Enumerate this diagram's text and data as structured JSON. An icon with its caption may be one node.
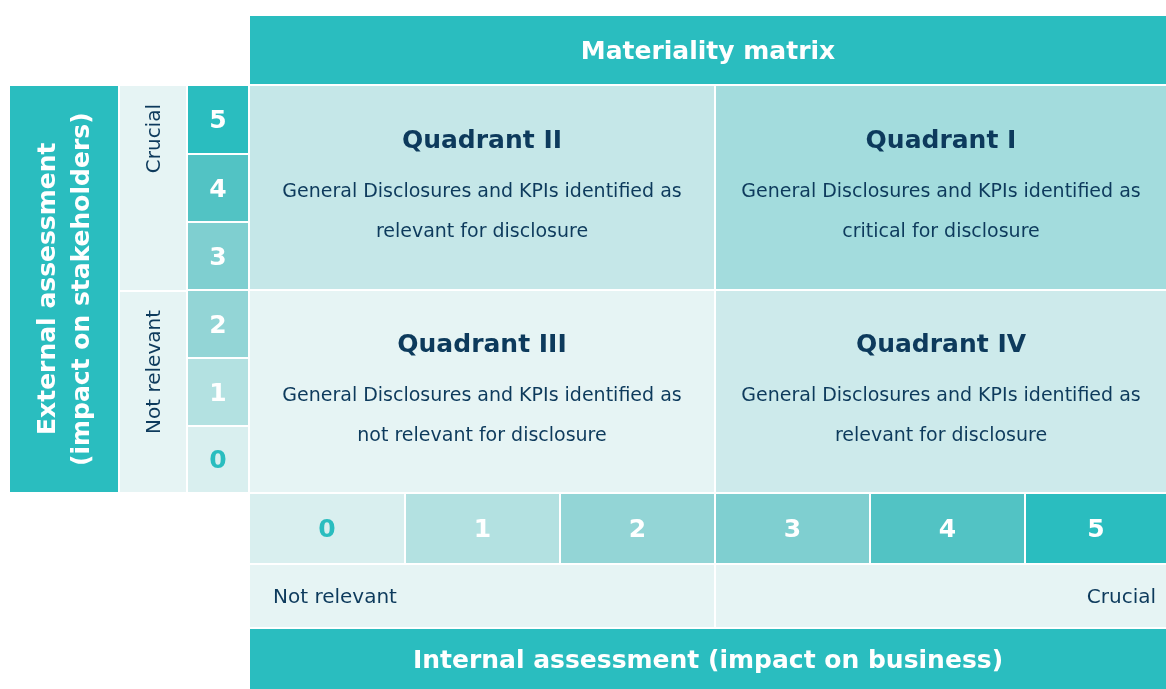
{
  "diagram": {
    "title": "Materiality matrix",
    "nodes": [
      {
        "text": [
          "Quadrant II",
          "General Disclosures and KPIs identified as relevant for disclosure"
        ]
      },
      {
        "text": [
          "Quadrant I",
          "General Disclosures and KPIs identified as critical for disclosure"
        ]
      },
      {
        "text": [
          "Quadrant III",
          "General Disclosures and KPIs identified as not relevant for disclosure"
        ]
      },
      {
        "text": [
          "Quadrant IV",
          "General Disclosures and KPIs identified as relevant for disclosure"
        ]
      }
    ],
    "edges": [],
    "labels": [
      "External assessment (impact on stakeholders)",
      "Crucial",
      "5",
      "4",
      "3",
      "Not relevant",
      "2",
      "1",
      "0",
      "0",
      "1",
      "2",
      "3",
      "4",
      "5",
      "Not relevant",
      "Crucial",
      "Internal assessment (impact on business)"
    ]
  }
}
